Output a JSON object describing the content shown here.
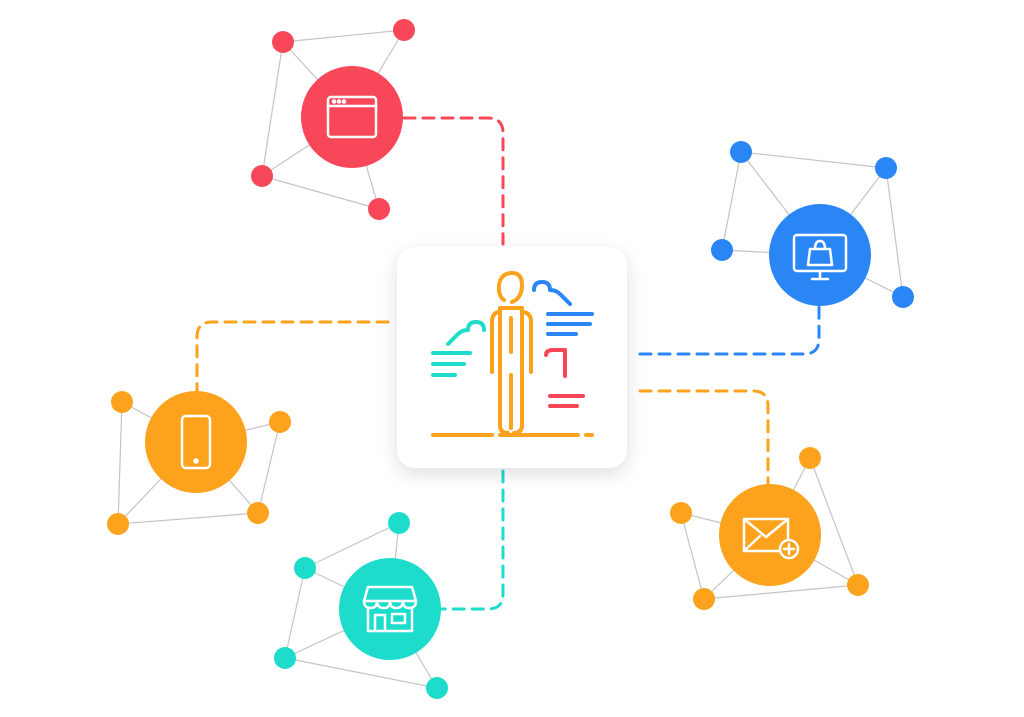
{
  "colors": {
    "red": "#f9475a",
    "blue": "#2b86f5",
    "orange": "#fca21d",
    "teal": "#1ddccb",
    "link_gray": "#c4c4c4",
    "card_bg": "#ffffff"
  },
  "center": {
    "icon": "person-service-icon"
  },
  "nodes": [
    {
      "id": "web",
      "icon": "browser-window-icon",
      "color": "red"
    },
    {
      "id": "ecommerce",
      "icon": "monitor-shopping-bag-icon",
      "color": "blue"
    },
    {
      "id": "mobile",
      "icon": "smartphone-icon",
      "color": "orange"
    },
    {
      "id": "store",
      "icon": "storefront-icon",
      "color": "teal"
    },
    {
      "id": "email",
      "icon": "email-add-icon",
      "color": "orange"
    }
  ]
}
